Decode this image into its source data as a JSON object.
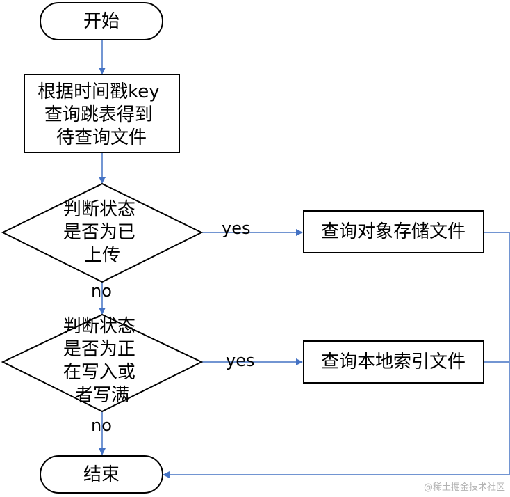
{
  "nodes": {
    "start": {
      "label": "开始"
    },
    "lookup": {
      "lines": [
        "根据时间戳key",
        "查询跳表得到",
        "待查询文件"
      ]
    },
    "check_uploaded": {
      "lines": [
        "判断状态",
        "是否为已",
        "上传"
      ]
    },
    "query_object_storage": {
      "label": "查询对象存储文件"
    },
    "check_writing": {
      "lines": [
        "判断状态",
        "是否为正",
        "在写入或",
        "者写满"
      ]
    },
    "query_local_index": {
      "label": "查询本地索引文件"
    },
    "end": {
      "label": "结束"
    }
  },
  "edges": {
    "yes_1": "yes",
    "no_1": "no",
    "yes_2": "yes",
    "no_2": "no"
  },
  "watermark": "@稀土掘金技术社区",
  "colors": {
    "stroke": "#000000",
    "connector": "#4472c4",
    "background": "#ffffff",
    "watermark": "#b3b3b3"
  }
}
